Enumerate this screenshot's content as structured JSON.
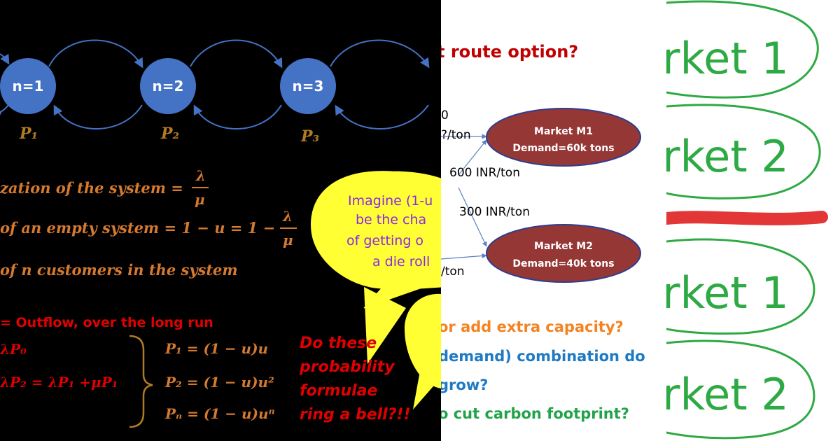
{
  "queue": {
    "nodes": [
      "n=1",
      "n=2",
      "n=3"
    ],
    "probs": [
      "P₁",
      "P₂",
      "P₃"
    ],
    "eq1": "zation of the system = ",
    "eq1_num": "λ",
    "eq1_den": "μ",
    "eq2": "of an empty system = 1 − u = 1 − ",
    "eq2_num": "λ",
    "eq2_den": "μ",
    "eq3": "of n customers in the system",
    "balance": "= Outflow, over the long run",
    "left_eq1": "λP₀",
    "left_eq2": "λP₂ = λP₁ +μP₁",
    "right_eq1": "P₁ = (1 − u)u",
    "right_eq2": "P₂ = (1 − u)u²",
    "right_eq3": "Pₙ = (1 − u)uⁿ",
    "question_lines": [
      "Do these",
      "probability",
      "formulae",
      "ring a bell?!!"
    ],
    "bubble_lines": [
      "Imagine (1-u",
      "be the cha",
      "of getting o",
      "a die roll"
    ]
  },
  "markets": {
    "title": "t route option?",
    "edge_top": "0",
    "edge_1": "?/ton",
    "edge_2": "600 INR/ton",
    "edge_3": "300 INR/ton",
    "edge_4": "/ton",
    "m1_name": "Market M1",
    "m1_demand": "Demand=60k tons",
    "m2_name": "Market M2",
    "m2_demand": "Demand=40k tons",
    "q1": "or add extra capacity?",
    "q2": "demand) combination do",
    "q3": "grow?",
    "q4": "o cut carbon footprint?"
  },
  "handwriting": {
    "items": [
      "rket 1",
      "rket 2",
      "rket 1",
      "rket 2"
    ]
  },
  "colors": {
    "node_blue": "#4472c4",
    "prob_gold": "#b07b22",
    "eq_orange": "#d57a2e",
    "red": "#e00000",
    "bubble_yellow": "#ffff33",
    "market_fill": "#953735",
    "market_stroke": "#2e3d8f",
    "title_red": "#c00000",
    "q_orange": "#f58220",
    "q_blue": "#1f7ac4",
    "q_green": "#22a34a",
    "hand_green": "#2eaa44",
    "hand_red": "#e02020"
  }
}
